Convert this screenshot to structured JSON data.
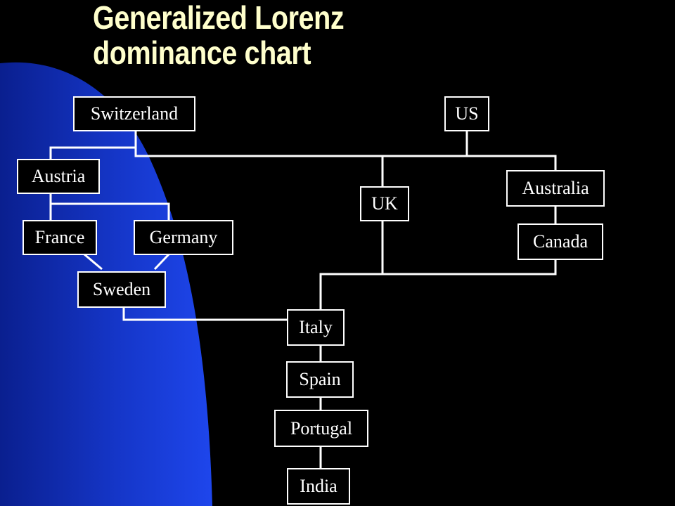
{
  "title": {
    "line1": "Generalized Lorenz",
    "line2": "dominance chart"
  },
  "colors": {
    "background": "#000000",
    "accent_blue": "#1a3fd6",
    "title": "#ffffcc",
    "box_border": "#ffffff",
    "line": "#ffffff",
    "text": "#ffffff"
  },
  "nodes": {
    "switzerland": "Switzerland",
    "us": "US",
    "austria": "Austria",
    "uk": "UK",
    "australia": "Australia",
    "france": "France",
    "germany": "Germany",
    "canada": "Canada",
    "sweden": "Sweden",
    "italy": "Italy",
    "spain": "Spain",
    "portugal": "Portugal",
    "india": "India"
  }
}
